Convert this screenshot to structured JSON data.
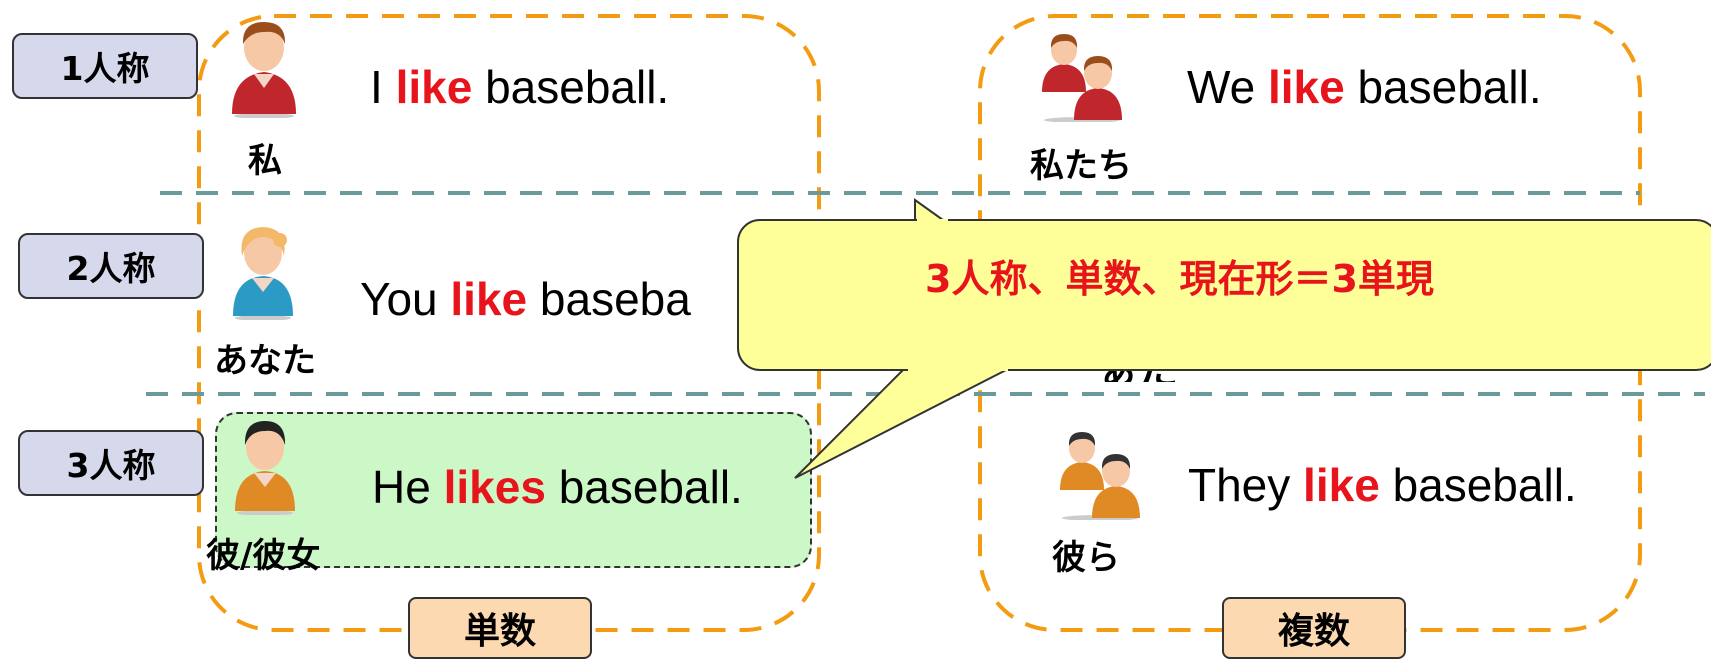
{
  "persons": {
    "first": {
      "label": "1人称"
    },
    "second": {
      "label": "2人称"
    },
    "third": {
      "label": "3人称"
    }
  },
  "numbers": {
    "singular": "単数",
    "plural": "複数"
  },
  "singular": [
    {
      "pronoun": "私",
      "subject": "I",
      "verb": "like",
      "object": "baseball.",
      "icon": "man-red-icon"
    },
    {
      "pronoun": "あなた",
      "subject": "You",
      "verb": "like",
      "object": "baseba",
      "icon": "woman-blue-icon"
    },
    {
      "pronoun": "彼/彼女",
      "subject": "He",
      "verb": "likes",
      "object": "baseball.",
      "icon": "man-orange-icon"
    }
  ],
  "plural": [
    {
      "pronoun": "私たち",
      "subject": "We",
      "verb": "like",
      "object": "baseball.",
      "icon": "people-red-icon"
    },
    {
      "pronoun": "彼ら",
      "subject": "They",
      "verb": "like",
      "object": "baseball.",
      "icon": "people-orange-icon"
    }
  ],
  "callout": {
    "text": "3人称、単数、現在形＝3単現"
  },
  "colors": {
    "dashed_orange": "#f39c12",
    "divider_teal": "#6b9a9a",
    "verb_red": "#e8141b",
    "highlight_green": "#ccf7c6",
    "callout_yellow": "#ffff99",
    "tag_blue": "#d6d8ec",
    "tag_peach": "#fcd9b0"
  }
}
